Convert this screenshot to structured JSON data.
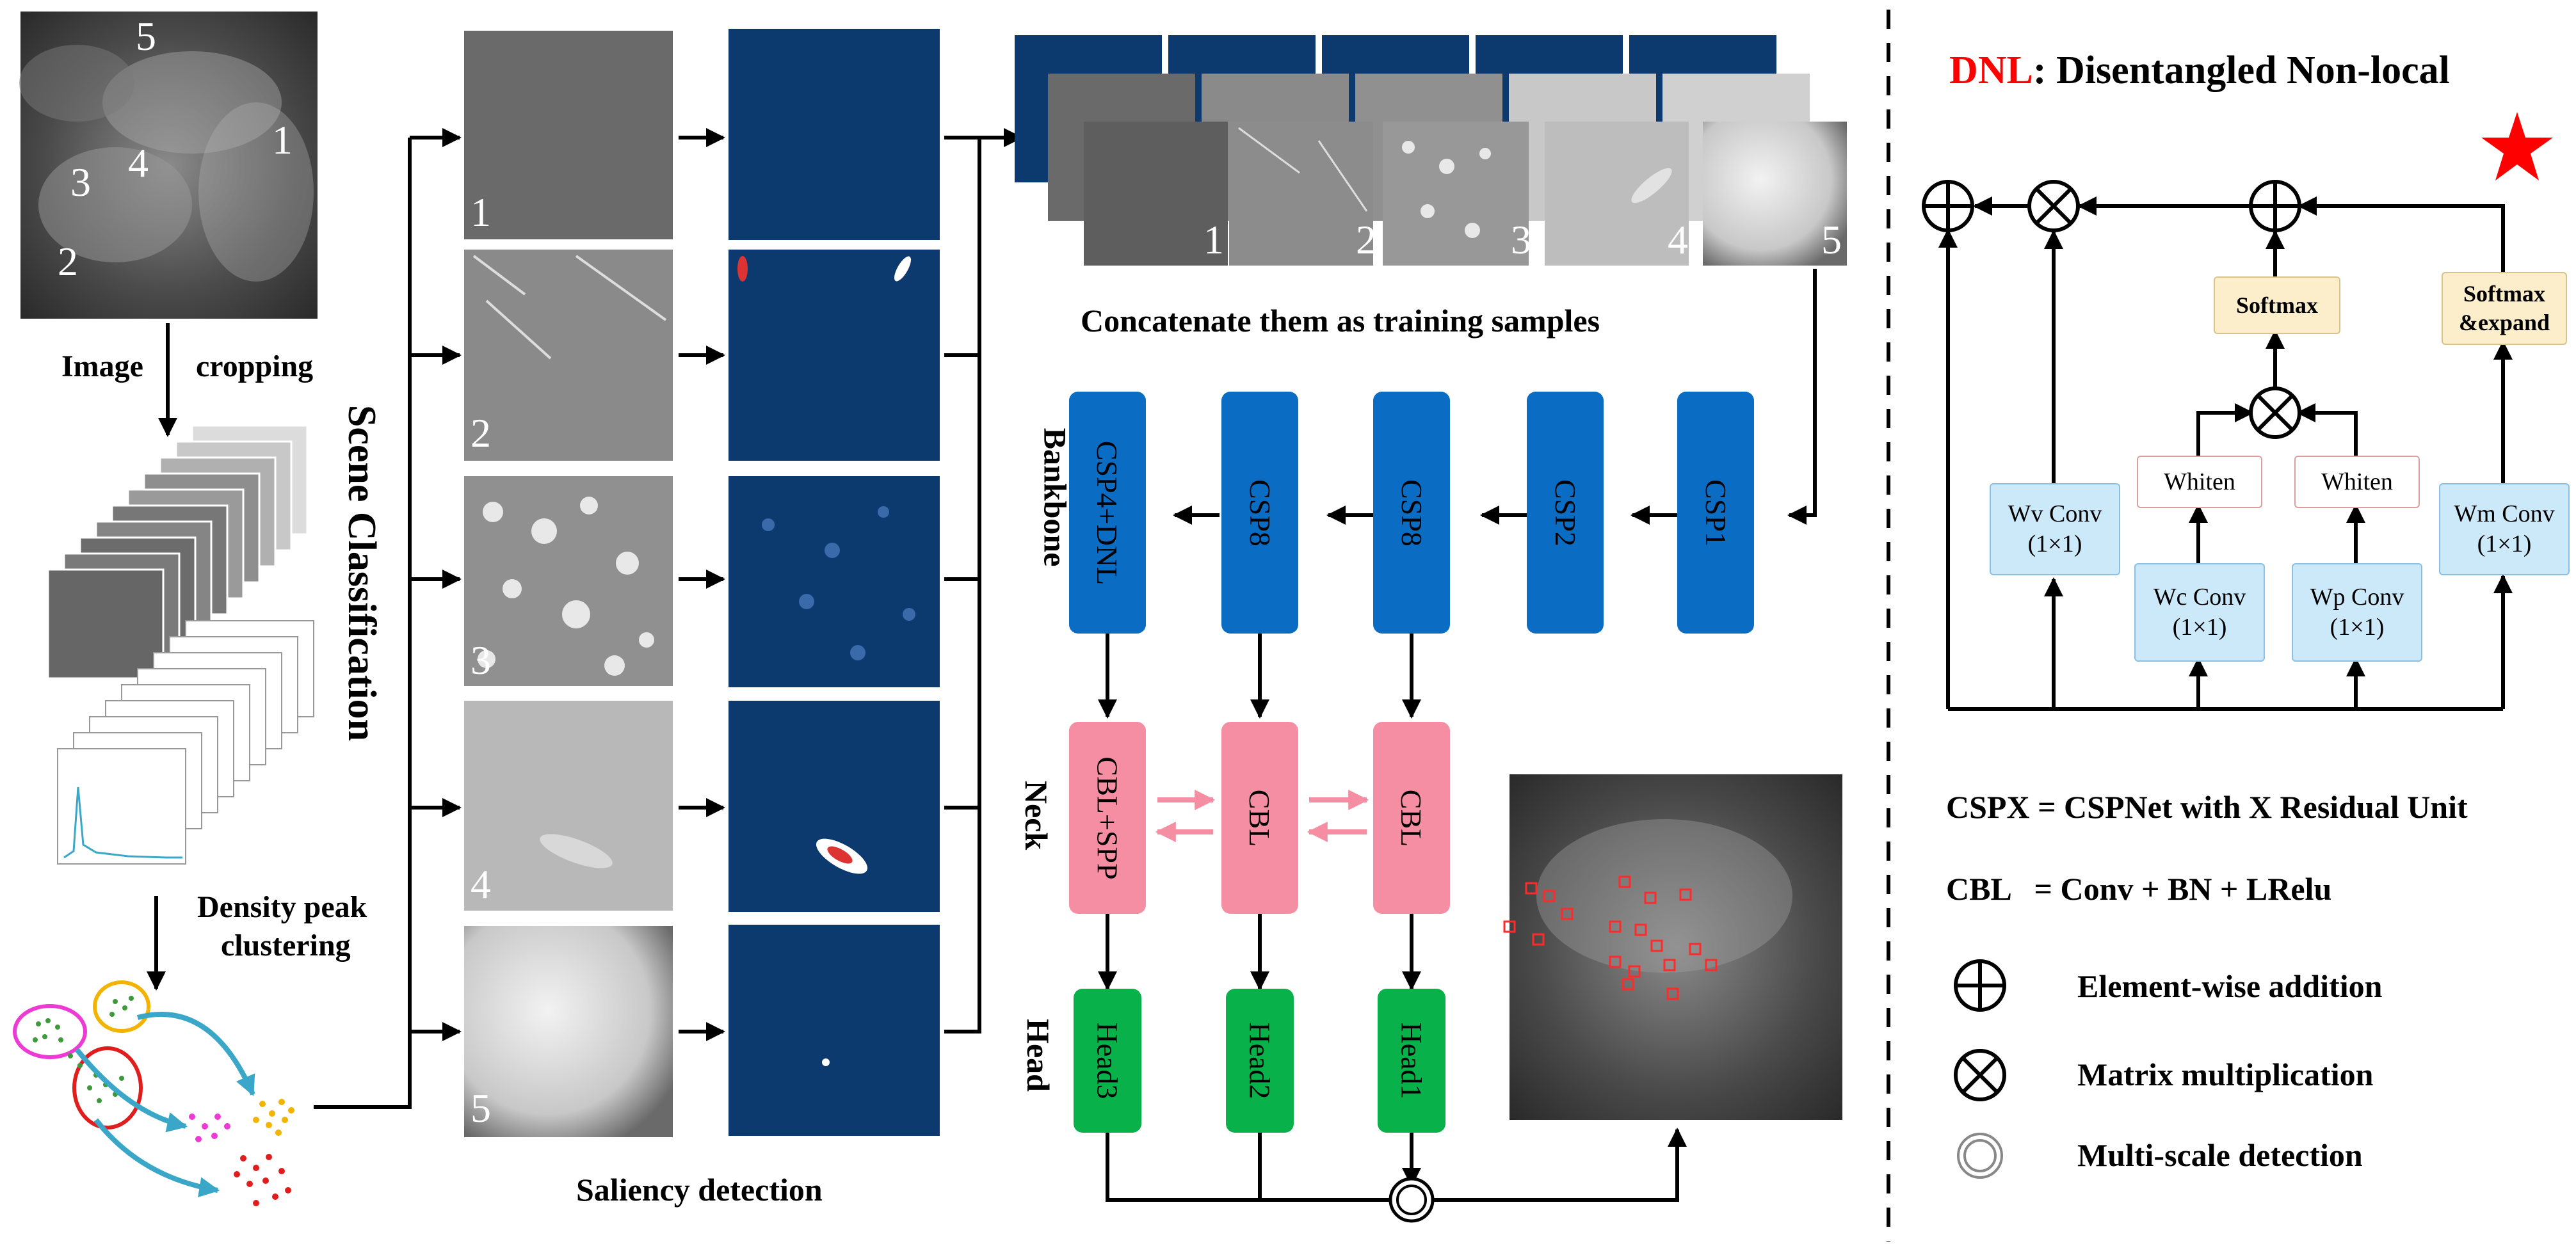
{
  "source_image": {
    "labels": [
      "5",
      "1",
      "4",
      "3",
      "2"
    ]
  },
  "pipeline": {
    "image_cropping_left": "Image",
    "image_cropping_right": "cropping",
    "scene_classification": "Scene Classification",
    "density_peak_line1": "Density peak",
    "density_peak_line2": "clustering",
    "saliency_detection": "Saliency detection",
    "concat_caption": "Concatenate them as training samples",
    "scene_numbers": [
      "1",
      "2",
      "3",
      "4",
      "5"
    ]
  },
  "network": {
    "stage_labels": {
      "backbone": "Bankbone",
      "neck": "Neck",
      "head": "Head"
    },
    "backbone_blocks": [
      "CSP4+DNL",
      "CSP8",
      "CSP8",
      "CSP2",
      "CSP1"
    ],
    "neck_blocks": [
      "CBL+SPP",
      "CBL",
      "CBL"
    ],
    "head_blocks": [
      "Head3",
      "Head2",
      "Head1"
    ]
  },
  "dnl": {
    "title_accent": "DNL",
    "title_rest": ": Disentangled Non-local",
    "softmax": "Softmax",
    "softmax_expand_line1": "Softmax",
    "softmax_expand_line2": "&expand",
    "whiten_left": "Whiten",
    "whiten_right": "Whiten",
    "wv_conv_line1": "Wv Conv",
    "wv_conv_line2": "(1×1)",
    "wc_conv_line1": "Wc Conv",
    "wc_conv_line2": "(1×1)",
    "wp_conv_line1": "Wp Conv",
    "wp_conv_line2": "(1×1)",
    "wm_conv_line1": "Wm Conv",
    "wm_conv_line2": "(1×1)"
  },
  "legend": {
    "cspx_def": "CSPX = CSPNet with X Residual Unit",
    "cbl_def": "CBL   = Conv + BN + LRelu",
    "element_wise": "Element-wise addition",
    "matrix_mult": "Matrix multiplication",
    "multi_scale": "Multi-scale detection"
  },
  "colors": {
    "csp_block": "#0a6cc3",
    "cbl_block": "#f58ea2",
    "head_block": "#08b14a",
    "dnl_accent": "#ff0000",
    "conv_box": "#cce9fa",
    "softmax_box": "#fdeecb",
    "saliency_bg": "#0d3a6e",
    "arrow_teal": "#3aa7c8",
    "neck_arrow": "#f58ea2"
  }
}
